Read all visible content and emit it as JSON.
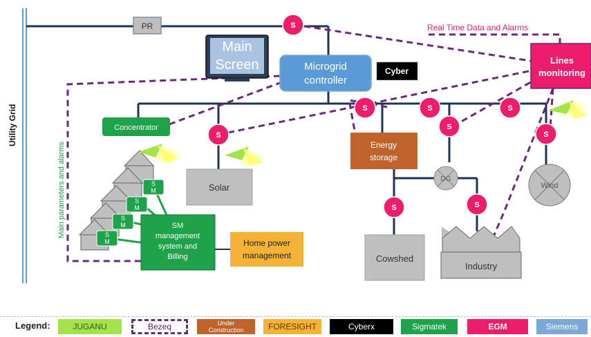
{
  "grid": {
    "utility_grid": "Utility Grid",
    "pr": "PR"
  },
  "main_screen": {
    "line1": "Main",
    "line2": "Screen"
  },
  "controller": {
    "line1": "Microgrid",
    "line2": "controller"
  },
  "cyber": "Cyber",
  "realtime_label": "Real Time Data and Alarms",
  "lines_monitoring": {
    "line1": "Lines",
    "line2": "monitoring"
  },
  "concentrator": "Concentrator",
  "main_params_label": "Main parameters and alarms",
  "solar": "Solar",
  "energy_storage": {
    "line1": "Energy",
    "line2": "storage"
  },
  "dg": "DG",
  "wind": "Wind",
  "cowshed": "Cowshed",
  "industry": "Industry",
  "sm_box": {
    "line1": "SM",
    "line2": "management",
    "line3": "system and",
    "line4": "Billing"
  },
  "home_power": {
    "line1": "Home power",
    "line2": "management"
  },
  "sensor": "S",
  "smart_meter": {
    "line1": "S",
    "line2": "M"
  },
  "legend": {
    "title": "Legend:",
    "items": [
      {
        "label": "JUGANU",
        "color": "#a3e44a",
        "text_color": "#3a5a10"
      },
      {
        "label": "Bezeq",
        "color": "#ffffff",
        "text_color": "#5a2070"
      },
      {
        "label": "Under Construction",
        "color": "#c0632a",
        "text_color": "#ffffff"
      },
      {
        "label": "FORESIGHT",
        "color": "#f5b335",
        "text_color": "#5a3a00"
      },
      {
        "label": "Cyberx",
        "color": "#000000",
        "text_color": "#ffffff"
      },
      {
        "label": "Sigmatek",
        "color": "#1ea24a",
        "text_color": "#ffffff"
      },
      {
        "label": "EGM",
        "color": "#ec1d6a",
        "text_color": "#ffffff"
      },
      {
        "label": "Siemens",
        "color": "#7aa9d8",
        "text_color": "#ffffff"
      }
    ]
  },
  "colors": {
    "bus": "#1d3550",
    "bezeq": "#6a2a7a",
    "egm": "#ec1d6a",
    "sigmatek": "#1ea24a",
    "siemens": "#5b9bd5",
    "gray": "#bfbfbf",
    "foresight": "#f5b335",
    "construction": "#c0632a"
  }
}
